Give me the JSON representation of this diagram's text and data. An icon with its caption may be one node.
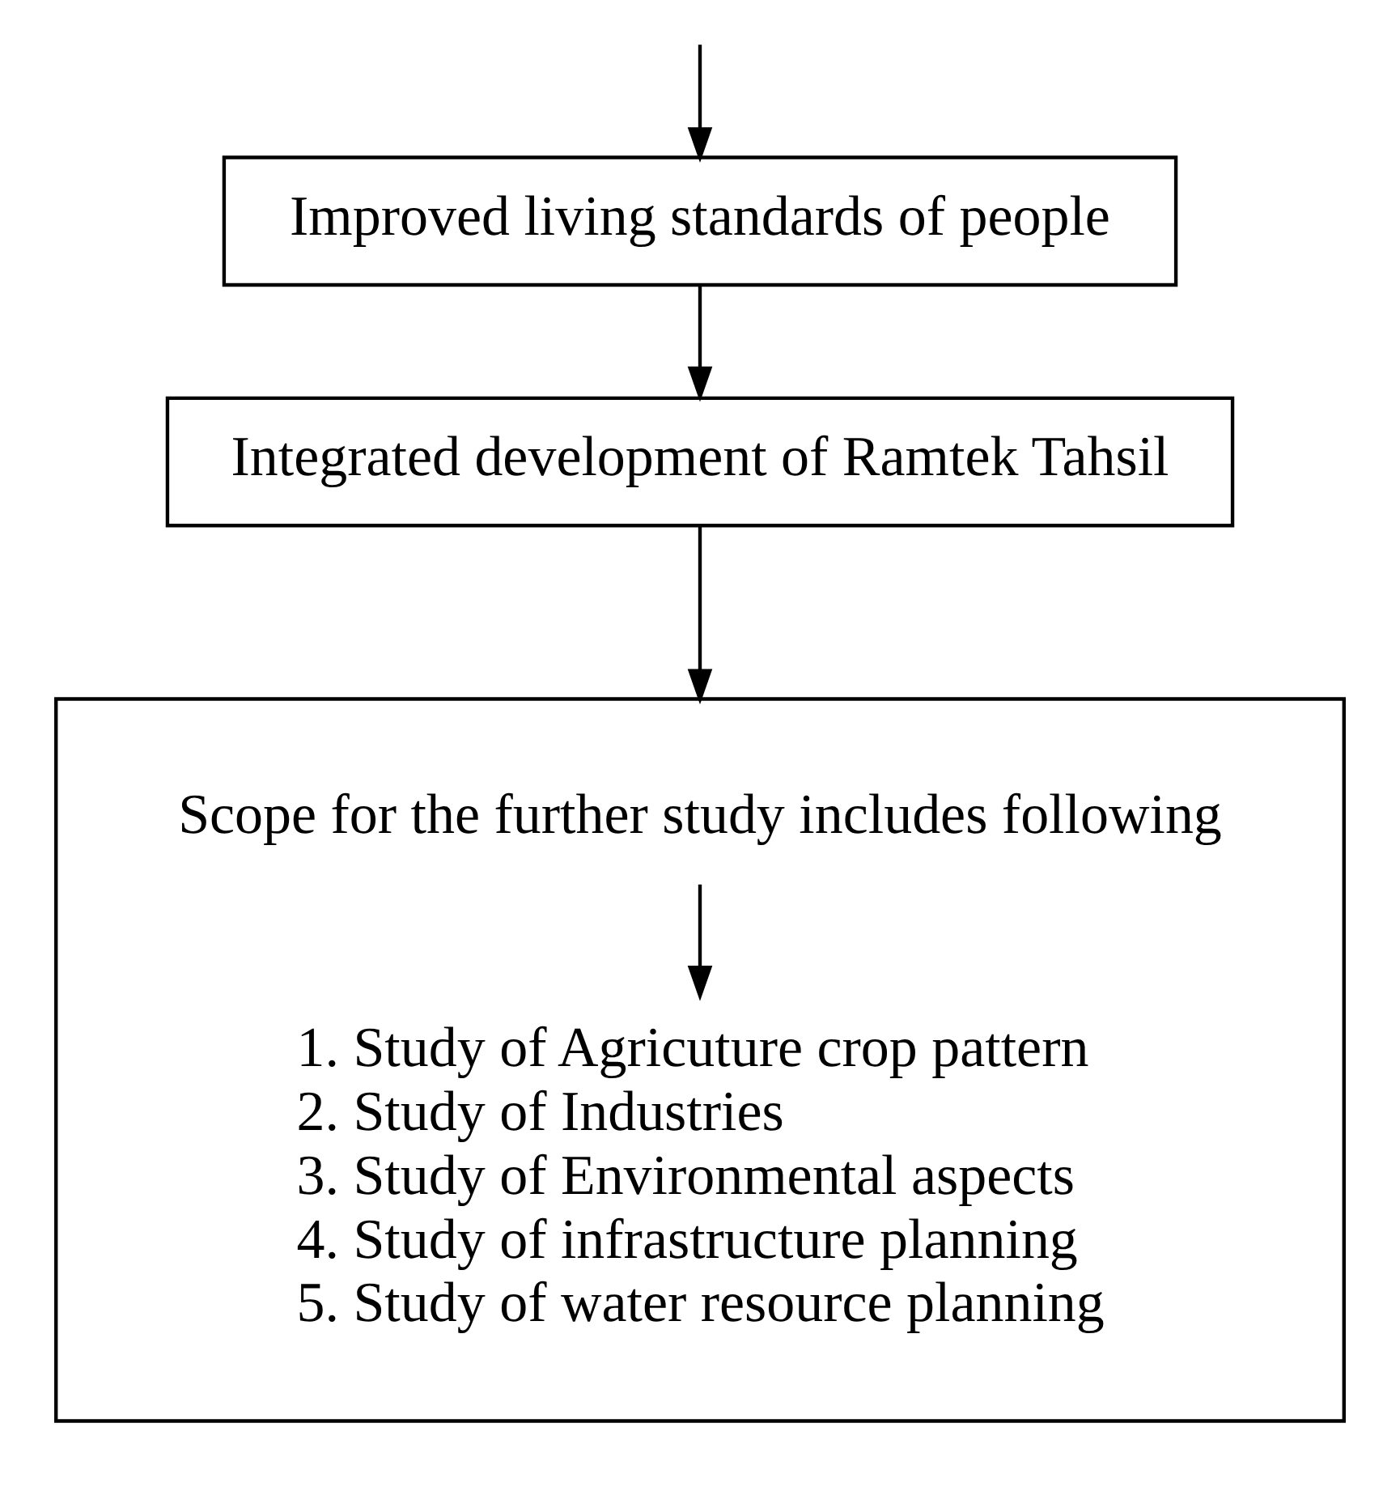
{
  "diagram": {
    "nodes": [
      {
        "text": [
          "Improved living standards of people"
        ]
      },
      {
        "text": [
          "Integrated development of Ramtek Tahsil"
        ]
      },
      {
        "text": [
          "Scope for the further study includes following"
        ]
      },
      {
        "text": [
          "1. Study of Agricuture crop pattern",
          "2. Study of Industries",
          "3. Study of Environmental aspects",
          "4. Study of infrastructure planning",
          "5. Study of water resource planning"
        ],
        "in": 2
      }
    ],
    "edges": [
      {
        "from": null,
        "to": 0,
        "arrow": "to"
      },
      {
        "from": 0,
        "to": 1,
        "arrow": "to"
      },
      {
        "from": 1,
        "to": 2,
        "arrow": "to"
      },
      {
        "from": 2,
        "to": 3,
        "arrow": "to"
      }
    ]
  }
}
